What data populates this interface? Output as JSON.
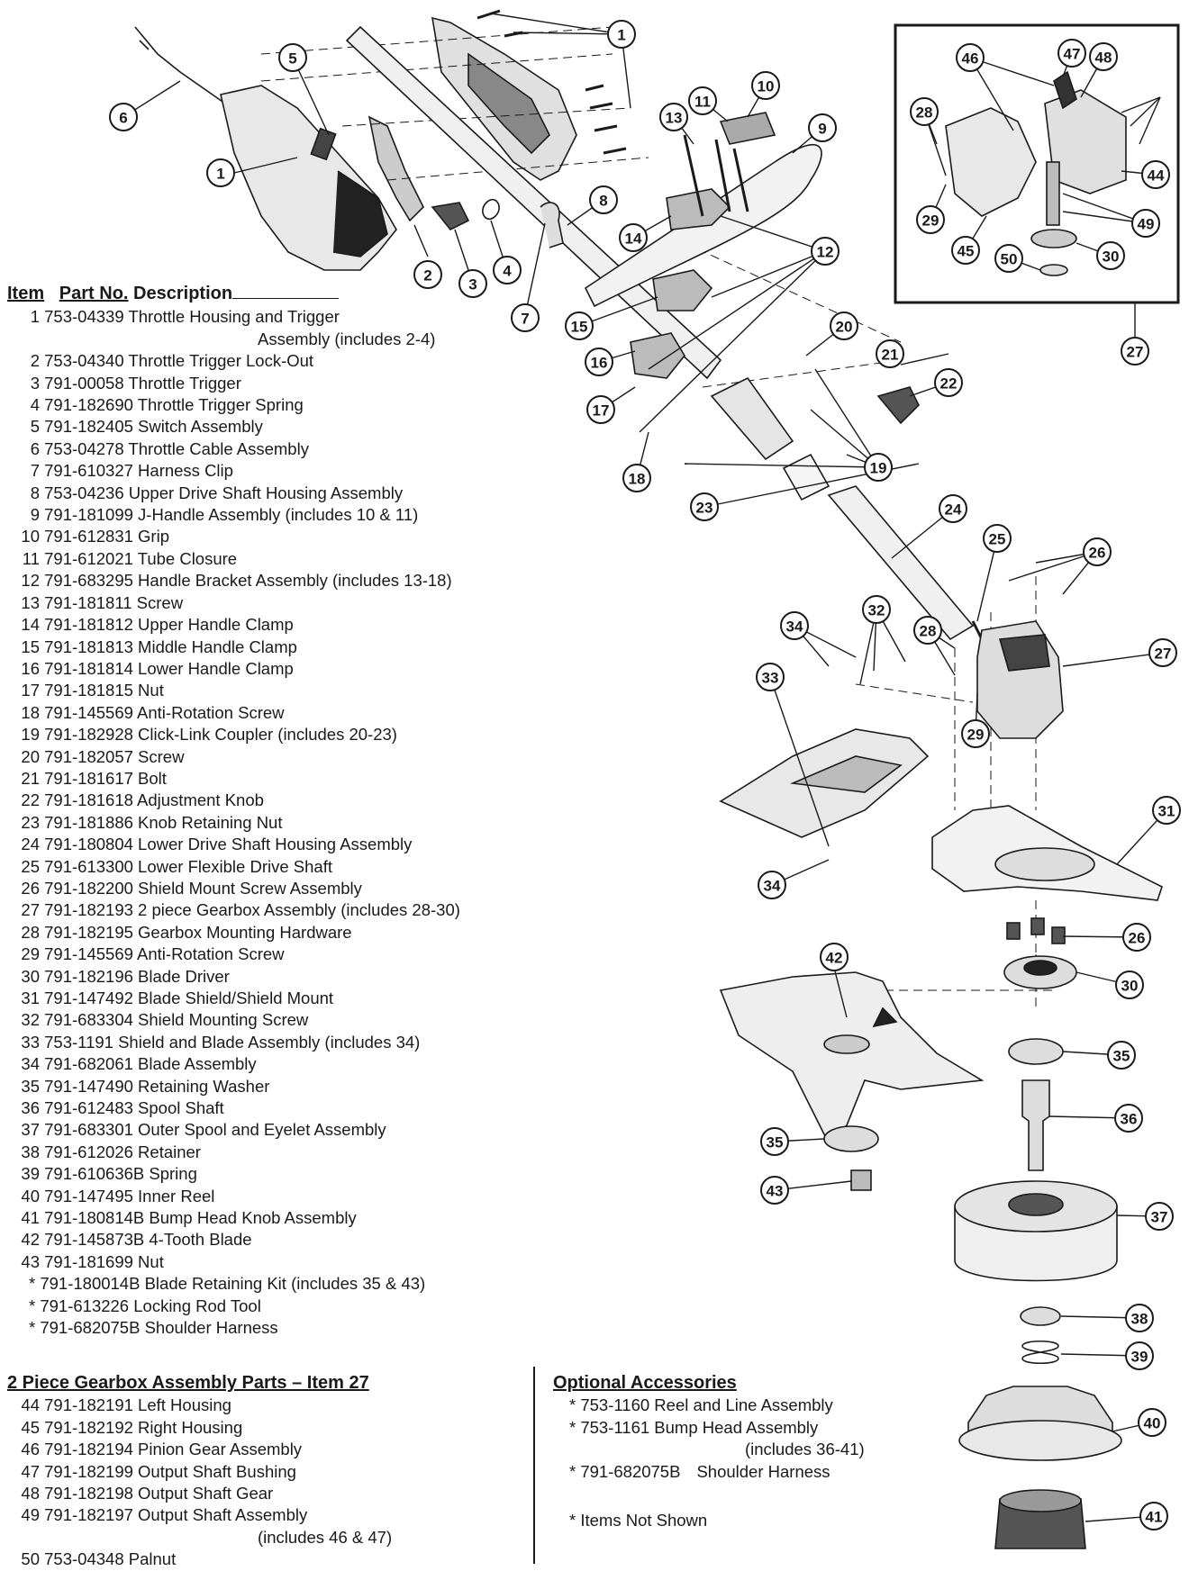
{
  "header": {
    "item": "Item",
    "part_no": "Part No.",
    "description": "Description"
  },
  "parts": [
    {
      "item": "1",
      "part_no": "753-04339",
      "description": "Throttle Housing and Trigger",
      "cont": "Assembly (includes 2-4)"
    },
    {
      "item": "2",
      "part_no": "753-04340",
      "description": "Throttle Trigger Lock-Out"
    },
    {
      "item": "3",
      "part_no": "791-00058",
      "description": "Throttle Trigger"
    },
    {
      "item": "4",
      "part_no": "791-182690",
      "description": "Throttle Trigger Spring"
    },
    {
      "item": "5",
      "part_no": "791-182405",
      "description": "Switch Assembly"
    },
    {
      "item": "6",
      "part_no": "753-04278",
      "description": "Throttle Cable Assembly"
    },
    {
      "item": "7",
      "part_no": "791-610327",
      "description": "Harness Clip"
    },
    {
      "item": "8",
      "part_no": "753-04236",
      "description": "Upper Drive Shaft Housing Assembly"
    },
    {
      "item": "9",
      "part_no": "791-181099",
      "description": "J-Handle Assembly (includes 10 & 11)"
    },
    {
      "item": "10",
      "part_no": "791-612831",
      "description": "Grip"
    },
    {
      "item": "11",
      "part_no": "791-612021",
      "description": "Tube Closure"
    },
    {
      "item": "12",
      "part_no": "791-683295",
      "description": "Handle Bracket Assembly (includes 13-18)"
    },
    {
      "item": "13",
      "part_no": "791-181811",
      "description": "Screw"
    },
    {
      "item": "14",
      "part_no": "791-181812",
      "description": "Upper Handle Clamp"
    },
    {
      "item": "15",
      "part_no": "791-181813",
      "description": "Middle Handle Clamp"
    },
    {
      "item": "16",
      "part_no": "791-181814",
      "description": "Lower Handle Clamp"
    },
    {
      "item": "17",
      "part_no": "791-181815",
      "description": "Nut"
    },
    {
      "item": "18",
      "part_no": "791-145569",
      "description": "Anti-Rotation Screw"
    },
    {
      "item": "19",
      "part_no": "791-182928",
      "description": "Click-Link Coupler (includes 20-23)"
    },
    {
      "item": "20",
      "part_no": "791-182057",
      "description": "Screw"
    },
    {
      "item": "21",
      "part_no": "791-181617",
      "description": "Bolt"
    },
    {
      "item": "22",
      "part_no": "791-181618",
      "description": "Adjustment Knob"
    },
    {
      "item": "23",
      "part_no": "791-181886",
      "description": "Knob Retaining Nut"
    },
    {
      "item": "24",
      "part_no": "791-180804",
      "description": "Lower Drive Shaft Housing Assembly"
    },
    {
      "item": "25",
      "part_no": "791-613300",
      "description": "Lower Flexible Drive Shaft"
    },
    {
      "item": "26",
      "part_no": "791-182200",
      "description": "Shield Mount Screw Assembly"
    },
    {
      "item": "27",
      "part_no": "791-182193",
      "description": "2 piece Gearbox Assembly (includes 28-30)"
    },
    {
      "item": "28",
      "part_no": "791-182195",
      "description": "Gearbox Mounting Hardware"
    },
    {
      "item": "29",
      "part_no": "791-145569",
      "description": "Anti-Rotation Screw"
    },
    {
      "item": "30",
      "part_no": "791-182196",
      "description": "Blade Driver"
    },
    {
      "item": "31",
      "part_no": "791-147492",
      "description": "Blade Shield/Shield Mount"
    },
    {
      "item": "32",
      "part_no": "791-683304",
      "description": "Shield Mounting Screw"
    },
    {
      "item": "33",
      "part_no": "753-1191",
      "description": "Shield and Blade Assembly (includes 34)"
    },
    {
      "item": "34",
      "part_no": "791-682061",
      "description": "Blade Assembly"
    },
    {
      "item": "35",
      "part_no": "791-147490",
      "description": "Retaining Washer"
    },
    {
      "item": "36",
      "part_no": "791-612483",
      "description": "Spool Shaft"
    },
    {
      "item": "37",
      "part_no": "791-683301",
      "description": "Outer Spool and Eyelet Assembly"
    },
    {
      "item": "38",
      "part_no": "791-612026",
      "description": "Retainer"
    },
    {
      "item": "39",
      "part_no": "791-610636B",
      "description": "Spring"
    },
    {
      "item": "40",
      "part_no": "791-147495",
      "description": "Inner Reel"
    },
    {
      "item": "41",
      "part_no": "791-180814B",
      "description": "Bump Head Knob Assembly"
    },
    {
      "item": "42",
      "part_no": "791-145873B",
      "description": "4-Tooth Blade"
    },
    {
      "item": "43",
      "part_no": "791-181699",
      "description": "Nut"
    }
  ],
  "not_shown": [
    "* 791-180014B Blade Retaining Kit (includes 35 & 43)",
    "* 791-613226 Locking Rod Tool",
    "* 791-682075B Shoulder Harness"
  ],
  "gearbox": {
    "title": "2 Piece Gearbox Assembly Parts – Item 27",
    "parts": [
      {
        "item": "44",
        "part_no": "791-182191",
        "description": "Left Housing"
      },
      {
        "item": "45",
        "part_no": "791-182192",
        "description": "Right Housing"
      },
      {
        "item": "46",
        "part_no": "791-182194",
        "description": "Pinion Gear Assembly"
      },
      {
        "item": "47",
        "part_no": "791-182199",
        "description": "Output Shaft Bushing"
      },
      {
        "item": "48",
        "part_no": "791-182198",
        "description": "Output Shaft Gear"
      },
      {
        "item": "49",
        "part_no": "791-182197",
        "description": "Output Shaft Assembly",
        "cont": "(includes 46 & 47)"
      },
      {
        "item": "50",
        "part_no": "753-04348",
        "description": "Palnut"
      }
    ]
  },
  "optional": {
    "title": "Optional Accessories",
    "items": [
      {
        "text": "* 753-1160 Reel and Line Assembly"
      },
      {
        "text": "* 753-1161 Bump Head Assembly",
        "cont": "(includes 36-41)"
      },
      {
        "text": "* 791-682075B",
        "text2": "Shoulder Harness"
      }
    ],
    "note": "* Items Not Shown"
  },
  "callouts": [
    "1",
    "1",
    "2",
    "3",
    "4",
    "5",
    "6",
    "7",
    "8",
    "9",
    "10",
    "11",
    "12",
    "13",
    "14",
    "15",
    "16",
    "17",
    "18",
    "19",
    "20",
    "21",
    "22",
    "23",
    "24",
    "25",
    "26",
    "26",
    "27",
    "27",
    "28",
    "28",
    "29",
    "29",
    "30",
    "30",
    "31",
    "32",
    "33",
    "34",
    "34",
    "35",
    "35",
    "36",
    "37",
    "38",
    "39",
    "40",
    "41",
    "42",
    "43",
    "44",
    "45",
    "46",
    "47",
    "48",
    "49",
    "50"
  ]
}
